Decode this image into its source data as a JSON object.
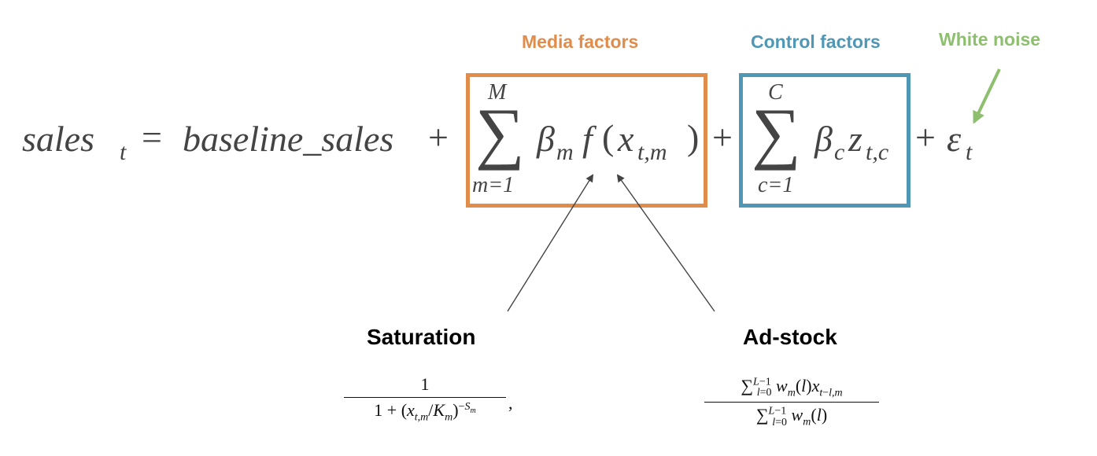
{
  "colors": {
    "media": "#E08C4B",
    "control": "#4F97B5",
    "noise": "#8DBF6E",
    "equation": "#444444",
    "arrow": "#444444"
  },
  "labels": {
    "media_factors": "Media factors",
    "control_factors": "Control factors",
    "white_noise": "White noise",
    "saturation": "Saturation",
    "adstock": "Ad-stock"
  },
  "equation": {
    "lhs": "sales",
    "lhs_sub": "t",
    "equals": "=",
    "baseline": "baseline_sales",
    "plus": "+",
    "sum_symbol": "∑",
    "media_sum_upper": "M",
    "media_sum_lower": "m=1",
    "media_term_beta": "β",
    "media_term_beta_sub": "m",
    "media_term_f": "f",
    "media_term_x": "x",
    "media_term_x_sub": "t,m",
    "control_sum_upper": "C",
    "control_sum_lower": "c=1",
    "control_term_beta": "β",
    "control_term_beta_sub": "c",
    "control_term_z": "z",
    "control_term_z_sub": "t,c",
    "noise_symbol": "ε",
    "noise_sub": "t"
  },
  "saturation_formula": {
    "numerator": "1",
    "denominator": "1 + (xt,m/Km)^-Sm",
    "trailing": ","
  },
  "adstock_formula": {
    "numerator": "∑ l=0..L−1 wm(l) xt−l,m",
    "denominator": "∑ l=0..L−1 wm(l)"
  }
}
